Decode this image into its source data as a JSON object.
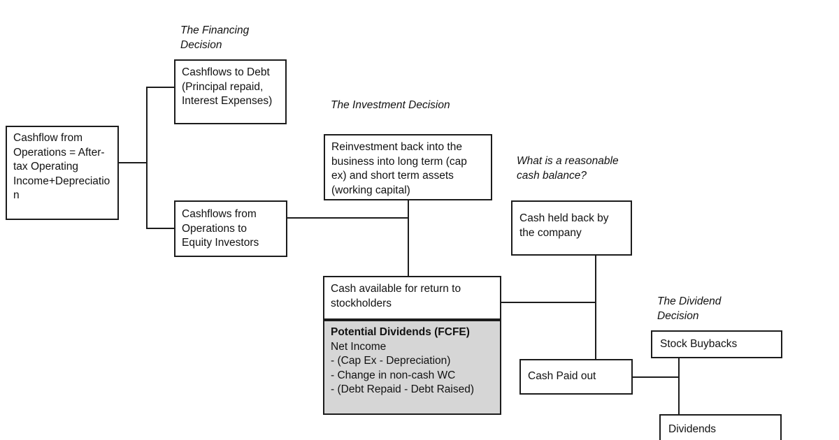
{
  "diagram": {
    "background_color": "#ffffff",
    "line_color": "#1c1c1c",
    "fcfe_fill_color": "#d6d6d6",
    "labels": {
      "financing": "The Financing\nDecision",
      "investment": "The Investment Decision",
      "cash_balance": "What is a reasonable\ncash balance?",
      "dividend": "The Dividend\nDecision"
    },
    "boxes": {
      "operations": "Cashflow from Operations = After-tax Operating Income+Depreciation",
      "debt": "Cashflows to Debt (Principal repaid, Interest Expenses)",
      "equity": "Cashflows from Operations to Equity Investors",
      "reinvestment": "Reinvestment back into the business into long term (cap ex) and short term assets (working capital)",
      "cash_held": "Cash held back by the company",
      "cash_available": "Cash available for return to stockholders",
      "cash_paid": "Cash Paid out",
      "stock_buybacks": "Stock Buybacks",
      "dividends": "Dividends"
    },
    "fcfe": {
      "title": "Potential Dividends (FCFE)",
      "lines": [
        "Net Income",
        "- (Cap Ex - Depreciation)",
        "- Change in non-cash WC",
        "- (Debt Repaid - Debt Raised)"
      ]
    }
  }
}
